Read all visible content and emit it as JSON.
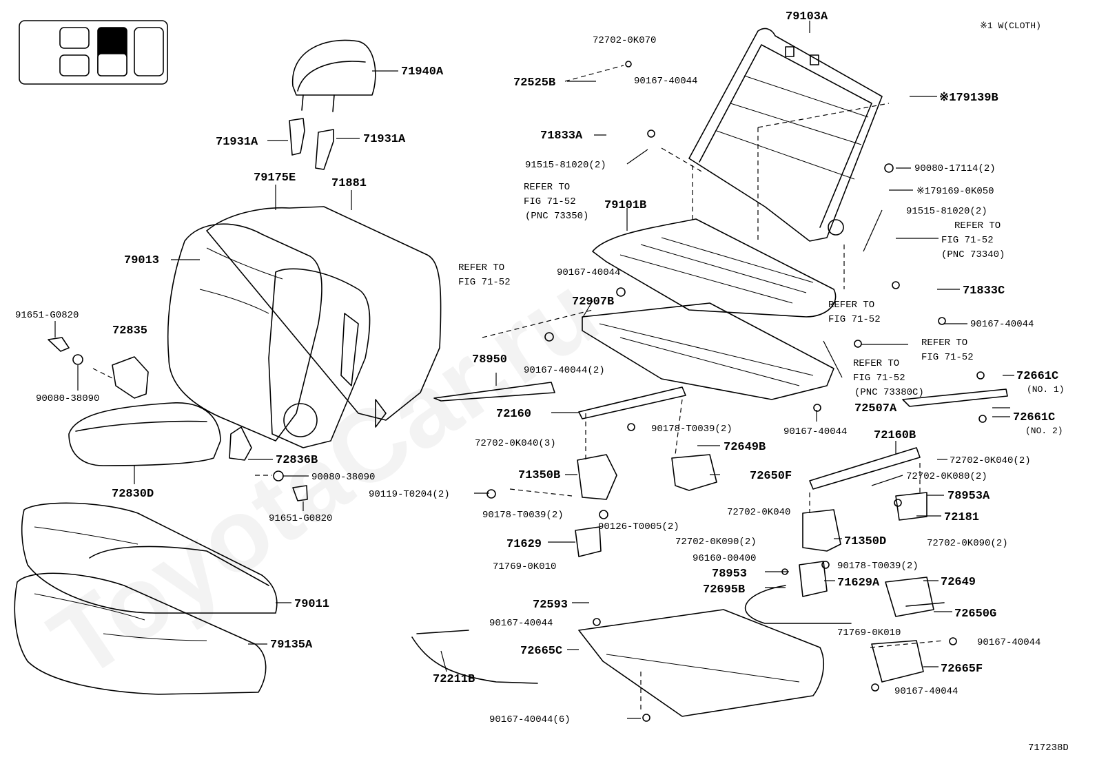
{
  "diagram": {
    "note": "※1 W(CLOTH)",
    "figure_id": "717238D",
    "watermark": "ToyotaCar.ru",
    "labels": {
      "l71940A": "71940A",
      "l71931A_left": "71931A",
      "l71931A_right": "71931A",
      "l79175E": "79175E",
      "l71881": "71881",
      "l79013": "79013",
      "l91651_top": "91651-G0820",
      "l72835": "72835",
      "l90080_38090_left": "90080-38090",
      "l72836B": "72836B",
      "l90080_38090_mid": "90080-38090",
      "l91651_mid": "91651-G0820",
      "l72830D": "72830D",
      "l79011": "79011",
      "l79135A": "79135A",
      "l72702_0K070": "72702-0K070",
      "l72525B": "72525B",
      "l90167_top": "90167-40044",
      "l71833A": "71833A",
      "l91515_left": "91515-81020(2)",
      "l79103A": "79103A",
      "l79139B": "※179139B",
      "l90080_17114": "90080-17114(2)",
      "l79169": "※179169-0K050",
      "l91515_right": "91515-81020(2)",
      "refer1_a": "REFER TO",
      "refer1_b": "FIG 71-52",
      "refer1_c": "(PNC 73350)",
      "l79101B": "79101B",
      "refer2_a": "REFER TO",
      "refer2_b": "FIG 71-52",
      "refer2_c": "(PNC 73340)",
      "refer3_a": "REFER TO",
      "refer3_b": "FIG 71-52",
      "l90167_mid1": "90167-40044",
      "l72907B": "72907B",
      "l71833C": "71833C",
      "refer4_a": "REFER TO",
      "refer4_b": "FIG 71-52",
      "l90167_right1": "90167-40044",
      "refer5_a": "REFER TO",
      "refer5_b": "FIG 71-52",
      "refer6_a": "REFER TO",
      "refer6_b": "FIG 71-52",
      "refer6_c": "(PNC 73380C)",
      "l78950": "78950",
      "l90167_2": "90167-40044(2)",
      "l72661C_1": "72661C",
      "no1": "(NO. 1)",
      "l72507A": "72507A",
      "l72661C_2": "72661C",
      "no2": "(NO. 2)",
      "l72160": "72160",
      "l90167_mid2": "90167-40044",
      "l72160B": "72160B",
      "l72702_0K040_3": "72702-0K040(3)",
      "l90178_t1": "90178-T0039(2)",
      "l72649B": "72649B",
      "l72702_0K040_2r": "72702-0K040(2)",
      "l71350B": "71350B",
      "l72650F": "72650F",
      "l72702_0K080": "72702-0K080(2)",
      "l90119": "90119-T0204(2)",
      "l78953A": "78953A",
      "l72702_0K040_m": "72702-0K040",
      "l90178_t2": "90178-T0039(2)",
      "l72181": "72181",
      "l90126": "90126-T0005(2)",
      "l72702_0K090_1": "72702-0K090(2)",
      "l71350D": "71350D",
      "l71629": "71629",
      "l72702_0K090_2": "72702-0K090(2)",
      "l96160": "96160-00400",
      "l71769_1": "71769-0K010",
      "l90178_t3": "90178-T0039(2)",
      "l78953": "78953",
      "l71629A": "71629A",
      "l72649": "72649",
      "l72695B": "72695B",
      "l72593": "72593",
      "l72650G": "72650G",
      "l90167_3": "90167-40044",
      "l71769_2": "71769-0K010",
      "l72665C": "72665C",
      "l90167_4": "90167-40044",
      "l72665F": "72665F",
      "l72211B": "72211B",
      "l90167_5": "90167-40044",
      "l90167_6": "90167-40044(6)"
    }
  }
}
